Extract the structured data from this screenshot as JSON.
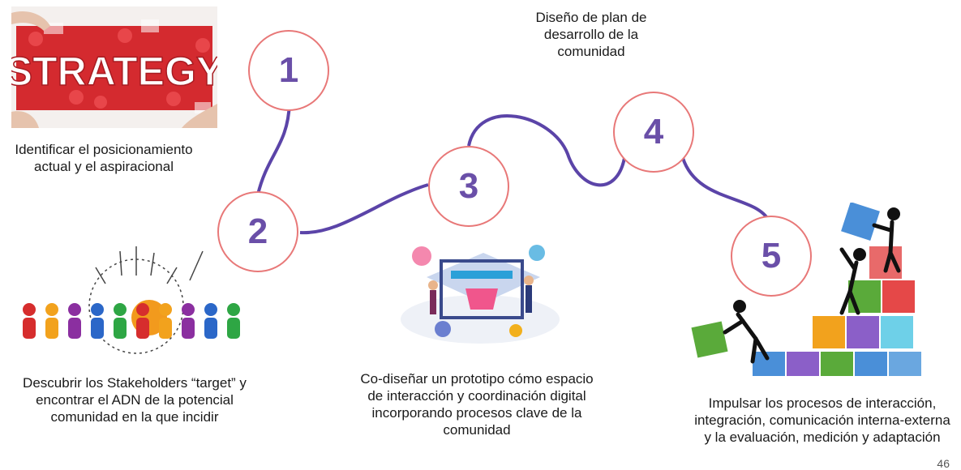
{
  "steps": [
    {
      "number": "1",
      "caption": "Identificar el posicionamiento actual y el aspiracional"
    },
    {
      "number": "2",
      "caption": "Descubrir los Stakeholders “target” y encontrar el ADN de la potencial comunidad en la que incidir"
    },
    {
      "number": "3",
      "caption": "Co-diseñar un prototipo cómo espacio de interacción y coordinación digital incorporando procesos clave de la comunidad"
    },
    {
      "number": "4",
      "caption": "Diseño de plan de desarrollo de la comunidad"
    },
    {
      "number": "5",
      "caption": "Impulsar los procesos de interacción, integración,  comunicación interna-externa y la  evaluación, medición  y adaptación"
    }
  ],
  "strategy_image_text": "STRATEGY",
  "page_number": "46",
  "colors": {
    "path": "#5b44a8",
    "circle_border": "#e87878",
    "number": "#6a4fa8"
  }
}
